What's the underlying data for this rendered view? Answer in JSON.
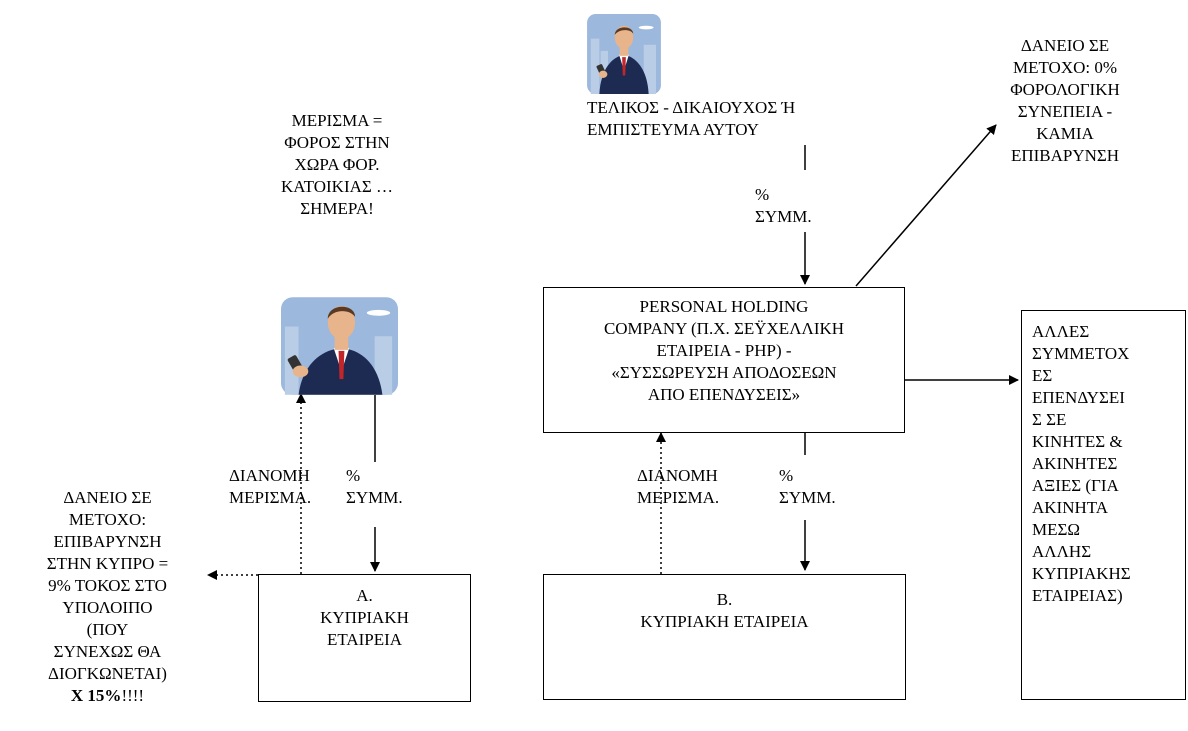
{
  "notes": {
    "dividend": [
      "ΜΕΡΙΣΜΑ =",
      "ΦΟΡΟΣ ΣΤΗΝ",
      "ΧΩΡΑ ΦΟΡ.",
      "ΚΑΤΟΙΚΙΑΣ …",
      "ΣΗΜΕΡΑ!"
    ],
    "loan_top": [
      "ΔΑΝΕΙΟ ΣΕ",
      "ΜΕΤΟΧΟ: 0%",
      "ΦΟΡΟΛΟΓΙΚΗ",
      "ΣΥΝΕΠΕΙΑ -",
      "ΚΑΜΙΑ",
      "ΕΠΙΒΑΡΥΝΣΗ"
    ],
    "loan_left": [
      "ΔΑΝΕΙΟ ΣΕ",
      "ΜΕΤΟΧΟ:",
      "ΕΠΙΒΑΡΥΝΣΗ",
      "ΣΤΗΝ ΚΥΠΡΟ =",
      "9% ΤΟΚΟΣ ΣΤΟ",
      "ΥΠΟΛΟΙΠΟ",
      "(ΠΟΥ",
      "ΣΥΝΕΧΩΣ ΘΑ",
      "ΔΙΟΓΚΩΝΕΤΑΙ)"
    ],
    "loan_left_bold": "Χ 15%",
    "loan_left_tail": "!!!!"
  },
  "owner": {
    "label": [
      "ΤΕΛΙΚΟΣ - ΔΙΚΑΙΟΥΧΟΣ Ή",
      "ΕΜΠΙΣΤΕΥΜΑ ΑΥΤΟΥ"
    ],
    "icon": "businessman-icon"
  },
  "labels": {
    "share_top": [
      "%",
      "ΣΥΜΜ."
    ],
    "dist_a": [
      "ΔΙΑΝΟΜΗ",
      "ΜΕΡΙΣΜΑ."
    ],
    "share_a": [
      "%",
      "ΣΥΜΜ."
    ],
    "dist_b": [
      "ΔΙΑΝΟΜΗ",
      "ΜΕΡΙΣΜΑ."
    ],
    "share_b": [
      "%",
      "ΣΥΜΜ."
    ]
  },
  "boxes": {
    "php": [
      "PERSONAL HOLDING",
      "COMPANY (Π.Χ. ΣΕΫΧΕΛΛΙΚΗ",
      "ΕΤΑΙΡΕΙΑ - PHP) -",
      "«ΣΥΣΣΩΡΕΥΣΗ ΑΠΟΔΟΣΕΩΝ",
      "ΑΠΟ ΕΠΕΝΔΥΣΕΙΣ»"
    ],
    "company_a": [
      "Α.",
      "ΚΥΠΡΙΑΚΗ",
      "ΕΤΑΙΡΕΙΑ"
    ],
    "company_b": [
      "Β.",
      "ΚΥΠΡΙΑΚΗ ΕΤΑΙΡΕΙΑ"
    ],
    "other": [
      "ΑΛΛΕΣ",
      "ΣΥΜΜΕΤΟΧ",
      "ΕΣ",
      "ΕΠΕΝΔΥΣΕΙ",
      "Σ ΣΕ",
      "ΚΙΝΗΤΕΣ &",
      "ΑΚΙΝΗΤΕΣ",
      "ΑΞΙΕΣ (ΓΙΑ",
      "ΑΚΙΝΗΤΑ",
      "ΜΕΣΩ",
      "ΑΛΛΗΣ",
      "ΚΥΠΡΙΑΚΗΣ",
      "ΕΤΑΙΡΕΙΑΣ)"
    ]
  },
  "colors": {
    "line": "#000000",
    "sky": "#9cb8dc",
    "suit": "#1d2a52",
    "tie": "#c0262a",
    "skin": "#e8b48c",
    "hair": "#5a3a22"
  }
}
